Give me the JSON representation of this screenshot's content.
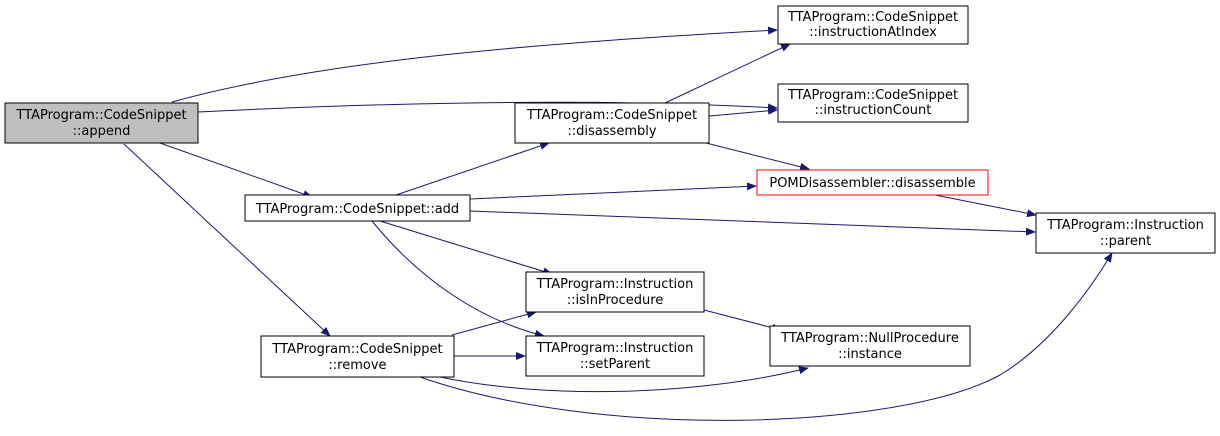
{
  "colors": {
    "edge": "#191970",
    "root_fill": "#bfbfbf",
    "highlight_border": "#ff0000",
    "node_border": "#000000"
  },
  "nodes": {
    "append": [
      "TTAProgram::CodeSnippet",
      "::append"
    ],
    "instructionAtIndex": [
      "TTAProgram::CodeSnippet",
      "::instructionAtIndex"
    ],
    "instructionCount": [
      "TTAProgram::CodeSnippet",
      "::instructionCount"
    ],
    "disassembly": [
      "TTAProgram::CodeSnippet",
      "::disassembly"
    ],
    "disassemble": [
      "POMDisassembler::disassemble"
    ],
    "add": [
      "TTAProgram::CodeSnippet::add"
    ],
    "parent": [
      "TTAProgram::Instruction",
      "::parent"
    ],
    "isInProcedure": [
      "TTAProgram::Instruction",
      "::isInProcedure"
    ],
    "remove": [
      "TTAProgram::CodeSnippet",
      "::remove"
    ],
    "setParent": [
      "TTAProgram::Instruction",
      "::setParent"
    ],
    "nullInstance": [
      "TTAProgram::NullProcedure",
      "::instance"
    ]
  },
  "edges": [
    [
      "append",
      "instructionAtIndex"
    ],
    [
      "append",
      "instructionCount"
    ],
    [
      "append",
      "add"
    ],
    [
      "append",
      "remove"
    ],
    [
      "disassembly",
      "instructionAtIndex"
    ],
    [
      "disassembly",
      "instructionCount"
    ],
    [
      "disassembly",
      "disassemble"
    ],
    [
      "add",
      "disassembly"
    ],
    [
      "add",
      "disassemble"
    ],
    [
      "add",
      "parent"
    ],
    [
      "add",
      "isInProcedure"
    ],
    [
      "add",
      "setParent"
    ],
    [
      "disassemble",
      "parent"
    ],
    [
      "remove",
      "isInProcedure"
    ],
    [
      "remove",
      "setParent"
    ],
    [
      "remove",
      "nullInstance"
    ],
    [
      "remove",
      "parent"
    ],
    [
      "isInProcedure",
      "nullInstance"
    ]
  ]
}
